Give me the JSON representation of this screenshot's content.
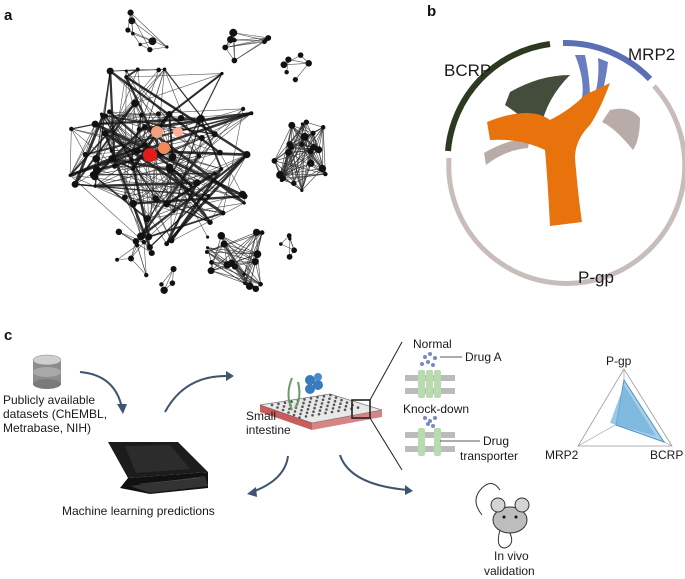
{
  "panels": {
    "a": {
      "letter": "a"
    },
    "b": {
      "letter": "b",
      "chord_labels": [
        "BCRP",
        "MRP2",
        "P-gp"
      ],
      "colors": {
        "BCRP": "#2d3a22",
        "MRP2": "#5b6fb5",
        "P-gp": "#e8720c",
        "shared": "#b9aca8"
      }
    },
    "c": {
      "letter": "c",
      "dataset_label": [
        "Publicly available",
        "datasets (ChEMBL,",
        "Metrabase, NIH)"
      ],
      "ml_label": "Machine learning predictions",
      "tissue_label": [
        "Small",
        "intestine"
      ],
      "normal_label": "Normal",
      "drug_label": "Drug A",
      "knockdown_label": "Knock-down",
      "transporter_label": [
        "Drug",
        "transporter"
      ],
      "invivo_label": [
        "In vivo",
        "validation"
      ],
      "radar_labels": [
        "P-gp",
        "MRP2",
        "BCRP"
      ]
    }
  }
}
